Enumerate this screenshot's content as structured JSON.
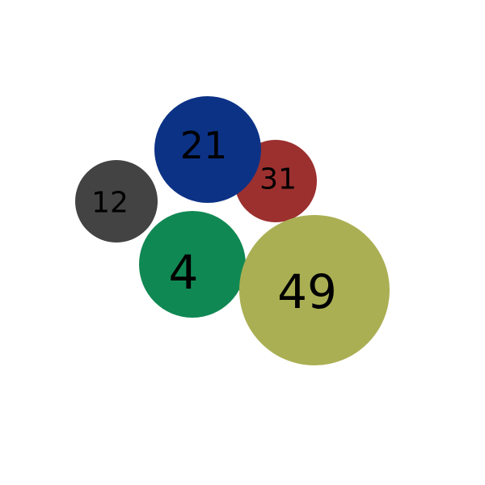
{
  "canvas": {
    "background": "#ffffff"
  },
  "bubbles": [
    {
      "id": "bubble-21",
      "label": "21",
      "color": "#0c3286"
    },
    {
      "id": "bubble-31",
      "label": "31",
      "color": "#9b302f"
    },
    {
      "id": "bubble-12",
      "label": "12",
      "color": "#434343"
    },
    {
      "id": "bubble-4",
      "label": "4",
      "color": "#108854"
    },
    {
      "id": "bubble-49",
      "label": "49",
      "color": "#aaaf53"
    }
  ]
}
